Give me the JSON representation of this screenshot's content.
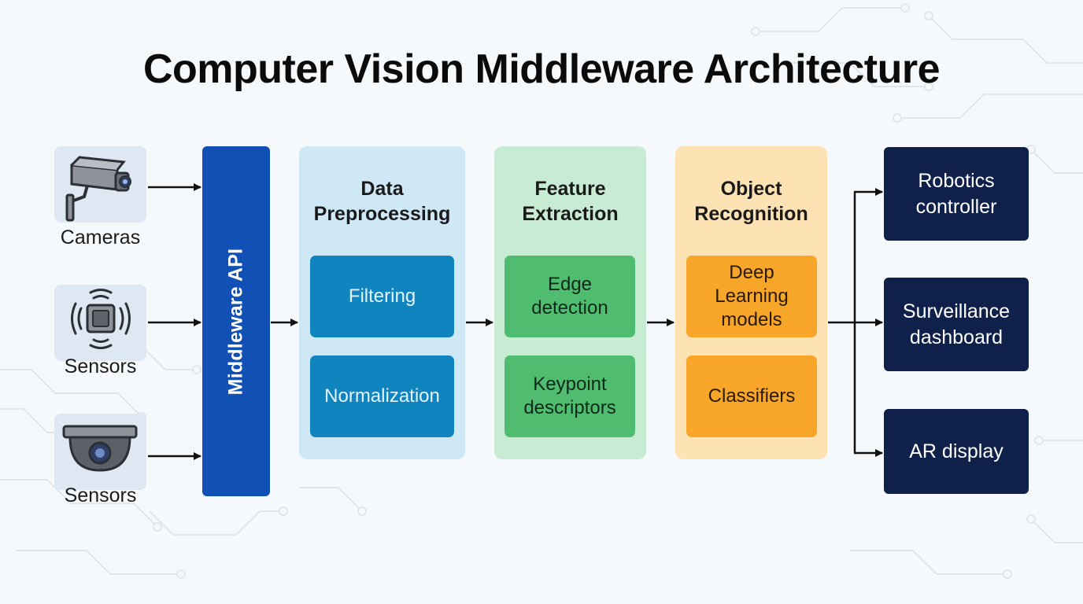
{
  "title": "Computer Vision Middleware Architecture",
  "sources": [
    {
      "label": "Cameras",
      "icon": "cctv-camera-icon"
    },
    {
      "label": "Sensors",
      "icon": "sensor-signal-icon"
    },
    {
      "label": "Sensors",
      "icon": "dome-camera-icon"
    }
  ],
  "api": {
    "label": "Middleware API"
  },
  "stages": [
    {
      "title_lines": [
        "Data",
        "Preprocessing"
      ],
      "items": [
        [
          "Filtering"
        ],
        [
          "Normalization"
        ]
      ]
    },
    {
      "title_lines": [
        "Feature",
        "Extraction"
      ],
      "items": [
        [
          "Edge",
          "detection"
        ],
        [
          "Keypoint",
          "descriptors"
        ]
      ]
    },
    {
      "title_lines": [
        "Object",
        "Recognition"
      ],
      "items": [
        [
          "Deep",
          "Learning",
          "models"
        ],
        [
          "Classifiers"
        ]
      ]
    }
  ],
  "outputs": [
    {
      "lines": [
        "Robotics",
        "controller"
      ]
    },
    {
      "lines": [
        "Surveillance",
        "dashboard"
      ]
    },
    {
      "lines": [
        "AR display"
      ]
    }
  ],
  "colors": {
    "background": "#f6f9fb",
    "api_bar": "#1150b5",
    "preprocessing_panel": "#cfe8f6",
    "preprocessing_item": "#0f84bf",
    "extraction_panel": "#c8ebd3",
    "extraction_item": "#4fbc70",
    "recognition_panel": "#fde3b4",
    "recognition_item": "#f7a62a",
    "output_box": "#0f214b",
    "source_tile": "#dde8f3"
  }
}
